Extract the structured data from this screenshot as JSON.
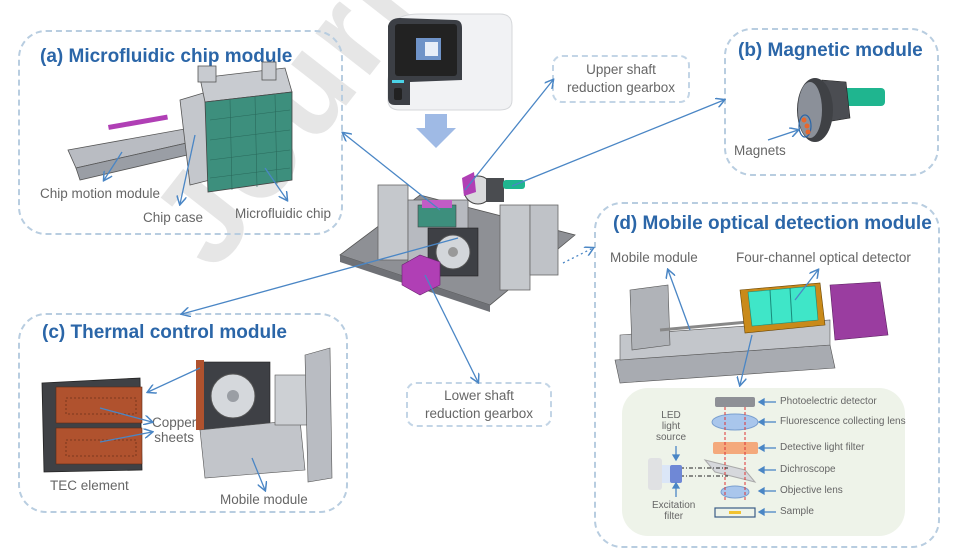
{
  "watermark": "Journal Pre-proof",
  "center": {
    "upper_gearbox": "Upper shaft reduction gearbox",
    "lower_gearbox": "Lower shaft reduction gearbox",
    "upper_gearbox_l1": "Upper shaft",
    "upper_gearbox_l2": "reduction gearbox",
    "lower_gearbox_l1": "Lower shaft",
    "lower_gearbox_l2": "reduction gearbox"
  },
  "panels": {
    "a": {
      "title": "(a) Microfluidic chip module",
      "labels": {
        "motion": "Chip motion module",
        "case": "Chip case",
        "chip": "Microfluidic chip"
      }
    },
    "b": {
      "title": "(b) Magnetic module",
      "labels": {
        "magnets": "Magnets"
      }
    },
    "c": {
      "title": "(c) Thermal control module",
      "labels": {
        "copper_l1": "Copper",
        "copper_l2": "sheets",
        "tec": "TEC element",
        "mobile": "Mobile module"
      }
    },
    "d": {
      "title": "(d) Mobile optical detection module",
      "labels": {
        "mobile": "Mobile module",
        "detector": "Four-channel optical detector"
      },
      "optics": {
        "led_l1": "LED",
        "led_l2": "light",
        "led_l3": "source",
        "exc_l1": "Excitation",
        "exc_l2": "filter",
        "components": [
          "Photoelectric detector",
          "Fluorescence collecting lens",
          "Detective light filter",
          "Dichroscope",
          "Objective lens",
          "Sample"
        ]
      }
    }
  },
  "colors": {
    "title": "#2b66a8",
    "arrow": "#4a86c5",
    "dash": "#b8cde0",
    "magenta": "#b03fb5",
    "teal": "#1fb58f",
    "copper": "#b0522e"
  }
}
